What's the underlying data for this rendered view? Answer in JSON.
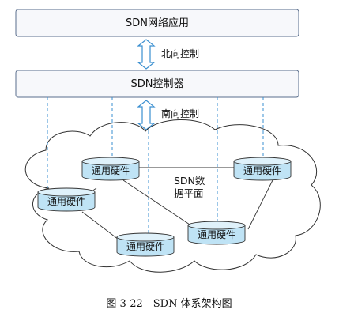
{
  "layers": {
    "application": "SDN网络应用",
    "controller": "SDN控制器"
  },
  "interfaces": {
    "northbound": "北向控制",
    "southbound": "南向控制"
  },
  "data_plane": {
    "label_line1": "SDN数",
    "label_line2": "据平面",
    "devices": [
      "通用硬件",
      "通用硬件",
      "通用硬件",
      "通用硬件",
      "通用硬件"
    ]
  },
  "caption": "图 3-22　SDN 体系架构图",
  "colors": {
    "box_border": "#5a6e8c",
    "box_fill": "#f7f8fb",
    "accent_blue": "#3a8fd0",
    "cylinder_fill": "#bfe3f5",
    "cylinder_top": "#dff1fa",
    "arrow_fill": "#ffffff",
    "line": "#333333"
  }
}
